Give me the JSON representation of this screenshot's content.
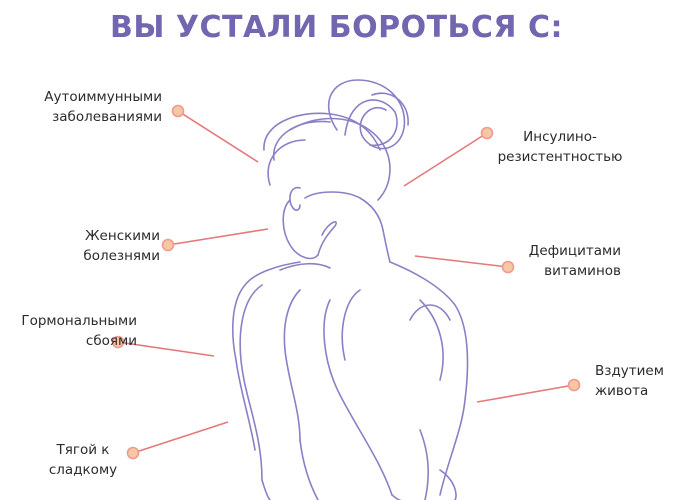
{
  "title": "ВЫ УСТАЛИ БОРОТЬСЯ С:",
  "labels": {
    "autoimmune": [
      "Аутоиммунными",
      "заболеваниями"
    ],
    "insulin": [
      "Инсулино-",
      "резистентностью"
    ],
    "female": [
      "Женскими",
      "болезнями"
    ],
    "vitamins": [
      "Дефицитами",
      "витаминов"
    ],
    "hormonal": [
      "Гормональными",
      "сбоями"
    ],
    "bloating": [
      "Вздутием",
      "живота"
    ],
    "sweets": [
      "Тягой к",
      "сладкому"
    ]
  },
  "colors": {
    "title": "#7366b0",
    "figure_line": "#8a80c6",
    "pointer_line": "#e5787a",
    "dot_fill": "#f7c7a3",
    "dot_stroke": "#ef9a8f"
  }
}
